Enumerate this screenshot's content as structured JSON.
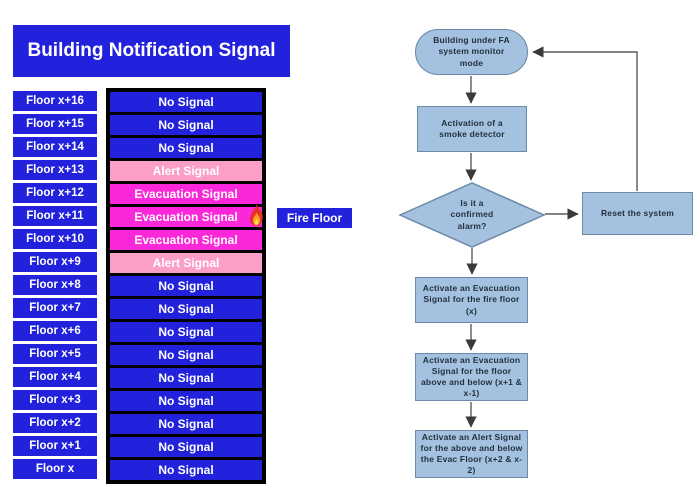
{
  "title": "Building Notification Signal",
  "left_panel": {
    "floors": [
      {
        "label": "Floor x+16",
        "signal": "No Signal",
        "type": "none"
      },
      {
        "label": "Floor x+15",
        "signal": "No Signal",
        "type": "none"
      },
      {
        "label": "Floor x+14",
        "signal": "No Signal",
        "type": "none"
      },
      {
        "label": "Floor x+13",
        "signal": "Alert Signal",
        "type": "alert"
      },
      {
        "label": "Floor x+12",
        "signal": "Evacuation Signal",
        "type": "evacuation"
      },
      {
        "label": "Floor x+11",
        "signal": "Evacuation Signal",
        "type": "evacuation",
        "fire": true
      },
      {
        "label": "Floor x+10",
        "signal": "Evacuation Signal",
        "type": "evacuation"
      },
      {
        "label": "Floor x+9",
        "signal": "Alert Signal",
        "type": "alert"
      },
      {
        "label": "Floor x+8",
        "signal": "No Signal",
        "type": "none"
      },
      {
        "label": "Floor x+7",
        "signal": "No Signal",
        "type": "none"
      },
      {
        "label": "Floor x+6",
        "signal": "No Signal",
        "type": "none"
      },
      {
        "label": "Floor x+5",
        "signal": "No Signal",
        "type": "none"
      },
      {
        "label": "Floor x+4",
        "signal": "No Signal",
        "type": "none"
      },
      {
        "label": "Floor x+3",
        "signal": "No Signal",
        "type": "none"
      },
      {
        "label": "Floor x+2",
        "signal": "No Signal",
        "type": "none"
      },
      {
        "label": "Floor x+1",
        "signal": "No Signal",
        "type": "none"
      },
      {
        "label": "Floor x",
        "signal": "No Signal",
        "type": "none"
      }
    ],
    "fire_floor_label": "Fire Floor"
  },
  "flowchart": {
    "start": {
      "text": "Building under FA system monitor mode"
    },
    "smoke": {
      "text": "Activation of a smoke detector"
    },
    "confirm": {
      "text": "Is it a confirmed alarm?"
    },
    "reset": {
      "text": "Reset the system"
    },
    "evac_fire": {
      "text": "Activate an Evacuation Signal for the fire floor (x)"
    },
    "evac_adjacent": {
      "text": "Activate an Evacuation Signal for the floor above and below (x+1 & x-1)"
    },
    "alert_adjacent": {
      "text": "Activate an Alert Signal for the above and below the Evac Floor (x+2 & x-2)"
    }
  },
  "colors": {
    "signal_blue": "#2222DD",
    "evacuation_magenta": "#FA28D8",
    "alert_pink": "#FB9EC8",
    "flow_node_fill": "#A4C2DF",
    "flow_node_border": "#6B89A8",
    "connector_gray": "#5A5A5A"
  }
}
